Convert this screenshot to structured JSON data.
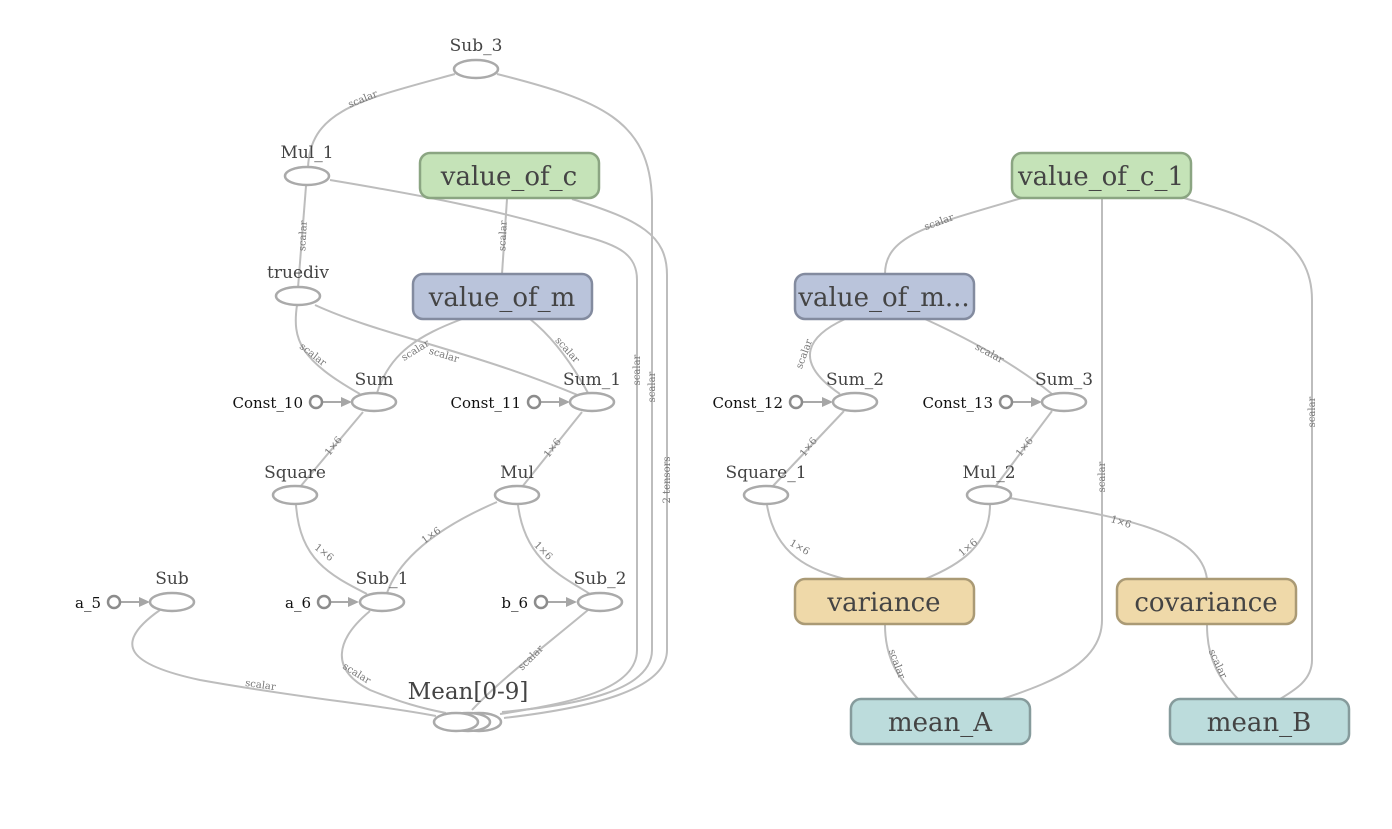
{
  "colors": {
    "value_of_c": {
      "fill": "#c5e3b8",
      "stroke": "#8ba582"
    },
    "value_of_m": {
      "fill": "#bac4db",
      "stroke": "#838b9f"
    },
    "stats": {
      "fill": "#efd9a9",
      "stroke": "#aa9a75"
    },
    "mean": {
      "fill": "#bcdcdc",
      "stroke": "#869b9c"
    }
  },
  "ops": {
    "sub_3": "Sub_3",
    "mul_1": "Mul_1",
    "truediv": "truediv",
    "sum": "Sum",
    "sum_1": "Sum_1",
    "square": "Square",
    "mul": "Mul",
    "sub": "Sub",
    "sub_1": "Sub_1",
    "sub_2": "Sub_2",
    "mean_stack": "Mean[0-9]",
    "sum_2": "Sum_2",
    "sum_3": "Sum_3",
    "square_1": "Square_1",
    "mul_2": "Mul_2"
  },
  "consts": {
    "const_10": "Const_10",
    "const_11": "Const_11",
    "const_12": "Const_12",
    "const_13": "Const_13",
    "a_5": "a_5",
    "a_6": "a_6",
    "b_6": "b_6"
  },
  "groups": {
    "value_of_c": "value_of_c",
    "value_of_m": "value_of_m",
    "value_of_c_1": "value_of_c_1",
    "value_of_m_1": "value_of_m...",
    "variance": "variance",
    "covariance": "covariance",
    "mean_a": "mean_A",
    "mean_b": "mean_B"
  },
  "edge_labels": {
    "scalar": "scalar",
    "one_by_six": "1×6",
    "two_tensors": "2 tensors"
  }
}
